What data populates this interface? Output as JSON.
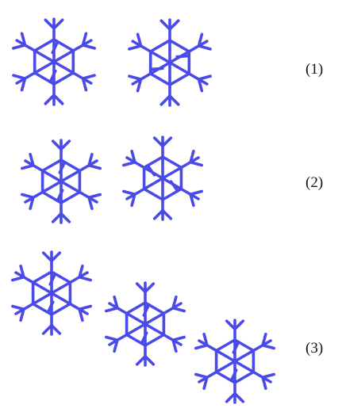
{
  "colors": {
    "snowflake": "#4a4ae8",
    "background": "#ffffff",
    "label": "#111111"
  },
  "rows": [
    {
      "label": "(1)",
      "flake_count": 2
    },
    {
      "label": "(2)",
      "flake_count": 2
    },
    {
      "label": "(3)",
      "flake_count": 3
    }
  ]
}
